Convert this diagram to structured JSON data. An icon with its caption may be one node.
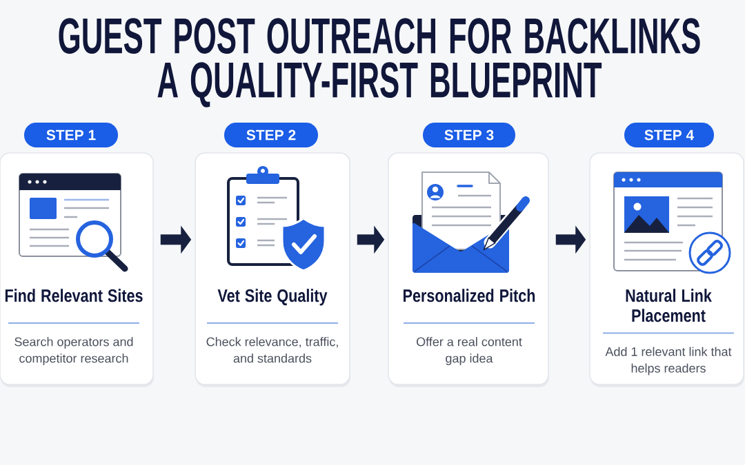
{
  "diagram": {
    "title": "GUEST POST OUTREACH FOR BACKLINKS A QUALITY-FIRST BLUEPRINT",
    "nodes": [
      {
        "text": [
          "STEP 1"
        ]
      },
      {
        "text": [
          "STEP 2"
        ]
      },
      {
        "text": [
          "STEP 3"
        ]
      },
      {
        "text": [
          "STEP 4"
        ]
      },
      {
        "text": [
          "Find Relevant Sites",
          "Search operators and competitor research"
        ]
      },
      {
        "text": [
          "Vet Site Quality",
          "Check relevance, traffic, and standards"
        ]
      },
      {
        "text": [
          "Personalized Pitch",
          "Offer a real content gap idea"
        ]
      },
      {
        "text": [
          "Natural Link Placement",
          "Add 1 relevant link that helps readers"
        ]
      }
    ],
    "edges": [
      {
        "from": 4,
        "to": 5,
        "arrow": "to"
      },
      {
        "from": 5,
        "to": 6,
        "arrow": "to"
      },
      {
        "from": 6,
        "to": 7,
        "arrow": "to"
      }
    ]
  }
}
